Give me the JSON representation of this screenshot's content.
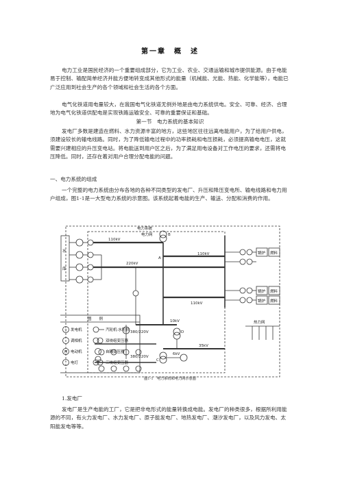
{
  "chapter_title": "第一章　概　述",
  "intro_paragraphs": [
    "电力工业是国民经济的一个重要组成部分，它为工业、农业、交通运输和城市提供能源。由于电能易于控制、输配简单经济并能方便地转变成其他形式的能量（机械能、光能、热能、化学能等），电能已广泛应用到社会生产的各个领域和社会生活的各个方面。",
    "电气化铁道用电量较大，在我国电气化铁道无例外地是由电力系统供电。安全、可靠、经济、合理地为电气化铁道供配电是实现铁路运输安全、可靠的重要保证和基础。"
  ],
  "section_title": "第一节　电力系统的基本知识",
  "section_paragraph": "发电厂多数是建造在燃料、水力资源丰富的地方，这些地区往往远离电能用户，为了给用户供电，须建设较长的输电线路。同时，为了降低输电过程中的功率损耗和电压损耗，必须提高输电电压，这就需要兴建相应的升压变电站。将电能送到用户区之后，为了满足用电设备对工作电压的要求，还需将电压降低。同时，还存在着对用户合理分配电能的问题。",
  "subsection_title": "一、电力系统的组成",
  "subsection_paragraph": "一个完整的电力系统由分布各地的各种不同类型的发电厂、升压和降压变电所、输电线路和电力用户组成，图1-1是一大型电力系统的示意图。该系统起着电能的生产、输送、分配和消费的作用。",
  "figure": {
    "caption": "图1-1　电力系统和电力网示意图",
    "label_system": "电力系统",
    "label_network": "电力网",
    "label_water": "水",
    "label_reservoir": "库",
    "voltages": [
      "110kV",
      "220kV",
      "110kV",
      "110kV",
      "10kV",
      "380/220V",
      "35kV",
      "380/220V",
      "6kV"
    ],
    "node_labels": [
      "A",
      "B",
      "C",
      "D"
    ],
    "boiler": "锅炉",
    "fuel": "燃料",
    "heat_network": "热力网",
    "legend_title": "图　　例",
    "legend": [
      {
        "symbol": "~",
        "text": "发电机",
        "symbol2_text": "汽轮机·水轮机"
      },
      {
        "symbol": "",
        "text": "调相机",
        "symbol2_text": "双绕组变压器"
      },
      {
        "symbol": "M",
        "text": "电动机",
        "symbol2_text": "自耦变压器"
      },
      {
        "symbol": "",
        "text": "电灯",
        "symbol2_text": "三绕组变压器"
      }
    ]
  },
  "item_title": "1.发电厂",
  "item_paragraph": "发电厂是生产电能的工厂，它是把非电形式的能量转换成电能。发电厂的种类很多，根据所利用能源的不同，有火力发电厂、水力发电厂、原子能发电厂、地热发电厂、潮汐发电厂，以及风力发电、太阳能发电等等。"
}
